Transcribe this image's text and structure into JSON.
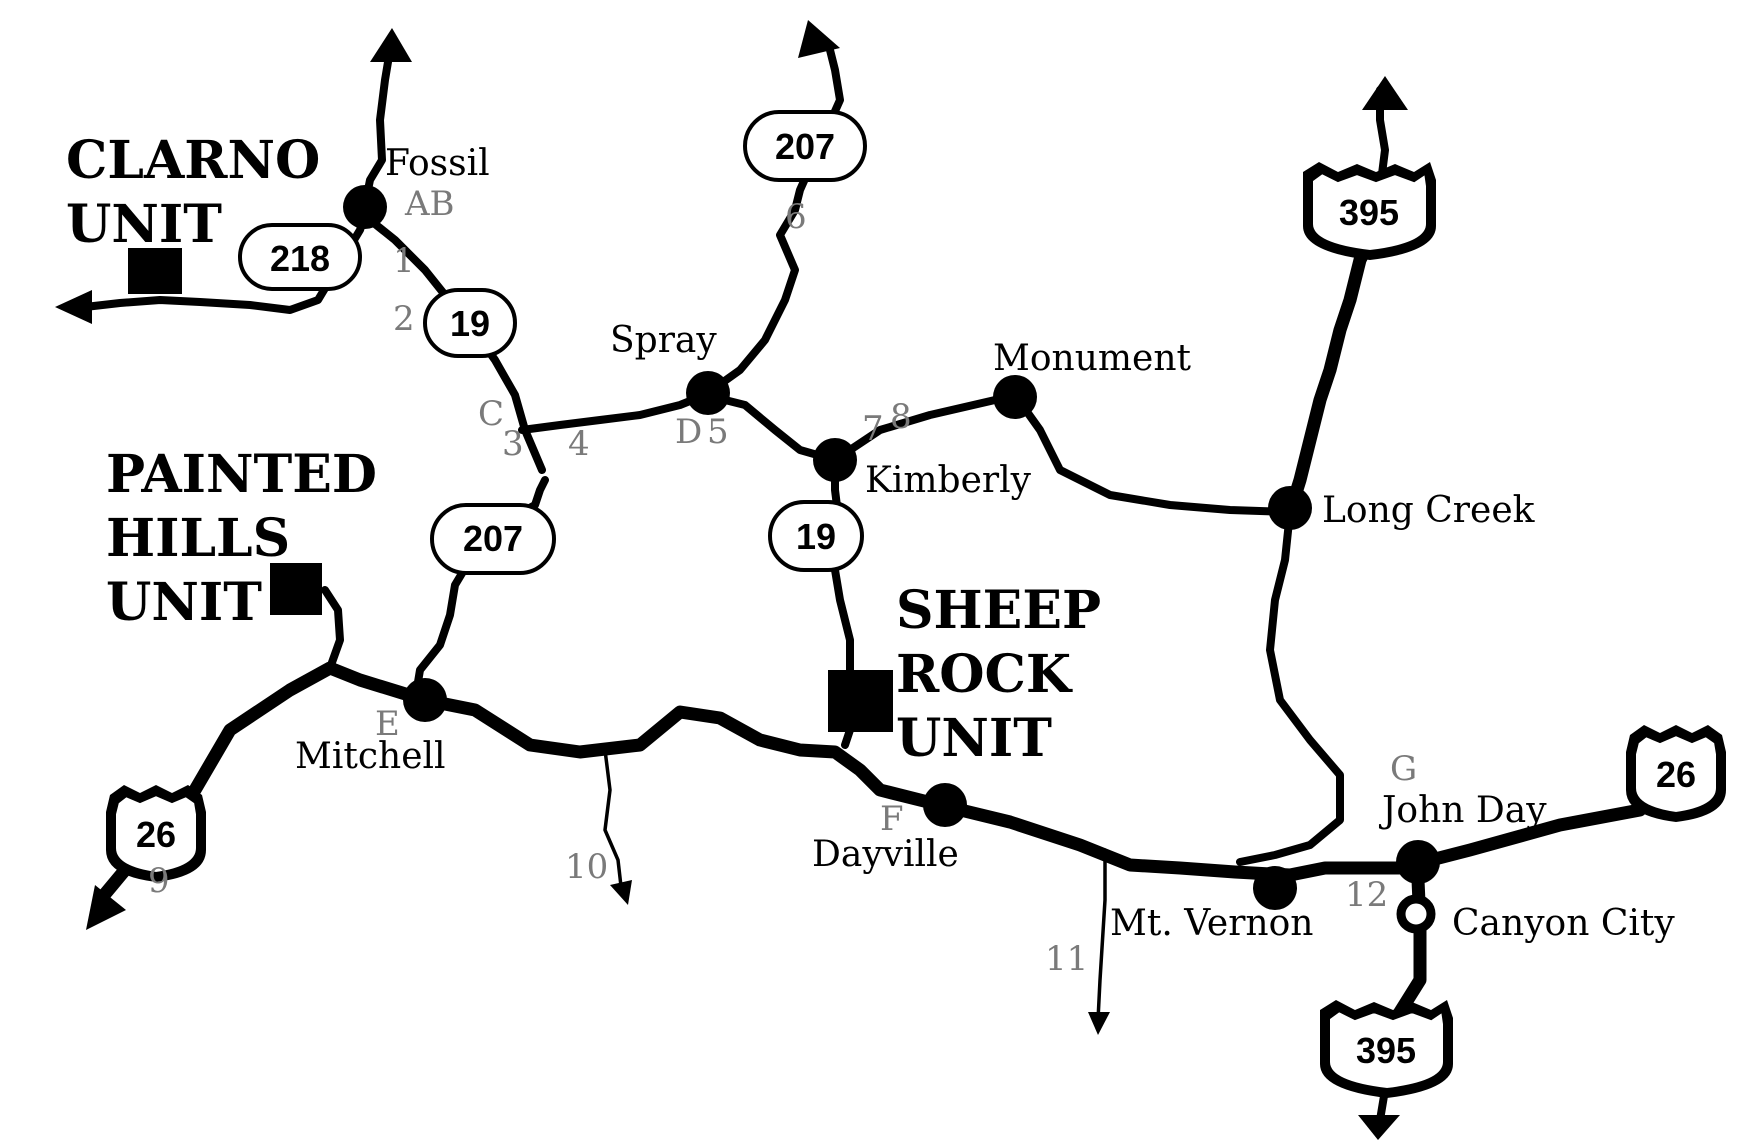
{
  "units": {
    "clarno": [
      "CLARNO",
      "UNIT"
    ],
    "painted_hills": [
      "PAINTED",
      "HILLS",
      "UNIT"
    ],
    "sheep_rock": [
      "SHEEP",
      "ROCK",
      "UNIT"
    ]
  },
  "towns": {
    "fossil": "Fossil",
    "spray": "Spray",
    "monument": "Monument",
    "kimberly": "Kimberly",
    "long_creek": "Long Creek",
    "mitchell": "Mitchell",
    "dayville": "Dayville",
    "mt_vernon": "Mt. Vernon",
    "john_day": "John Day",
    "canyon_city": "Canyon City"
  },
  "highways": {
    "or_218": "218",
    "or_19_north": "19",
    "or_207_north": "207",
    "or_207_south": "207",
    "or_19_south": "19",
    "us_395_north": "395",
    "us_395_south": "395",
    "us_26_west": "26",
    "us_26_east": "26"
  },
  "markers": {
    "ab": "AB",
    "c": "C",
    "d": "D",
    "e": "E",
    "f": "F",
    "g": "G",
    "m1": "1",
    "m2": "2",
    "m3": "3",
    "m4": "4",
    "m5": "5",
    "m6": "6",
    "m7": "7",
    "m8": "8",
    "m9": "9",
    "m10": "10",
    "m11": "11",
    "m12": "12"
  },
  "colors": {
    "roads": "#000000",
    "unit_markers": "#000000",
    "stop_markers": "#7a7a7a"
  }
}
